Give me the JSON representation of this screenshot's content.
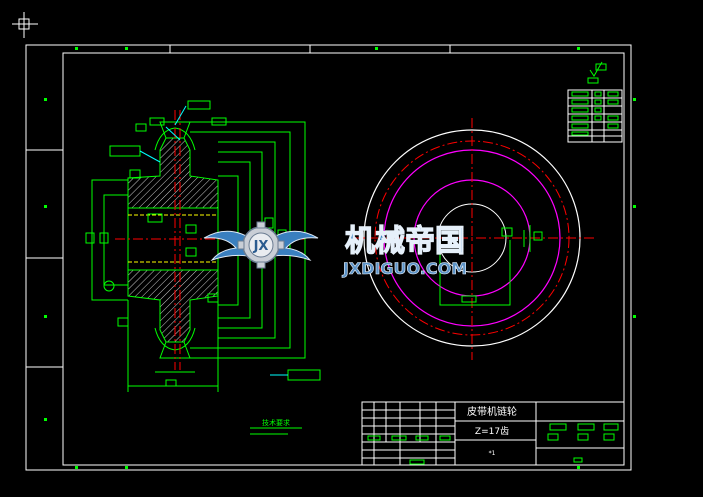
{
  "watermark": {
    "brand_cn": "机械帝国",
    "brand_en": "JXDIGUO.COM"
  },
  "title_block": {
    "part_name": "皮带机链轮",
    "tooth_spec": "Z=17齿",
    "scale_note": "*1"
  },
  "notes": {
    "tech_req": "技术要求"
  },
  "colors": {
    "background": "#000000",
    "frame": "#ffffff",
    "geometry": "#00ff00",
    "hidden": "#ffff00",
    "center": "#ff0000",
    "dimension": "#00ffff",
    "pitch_circle": "#ff00ff",
    "watermark_blue": "#2f78b6"
  }
}
